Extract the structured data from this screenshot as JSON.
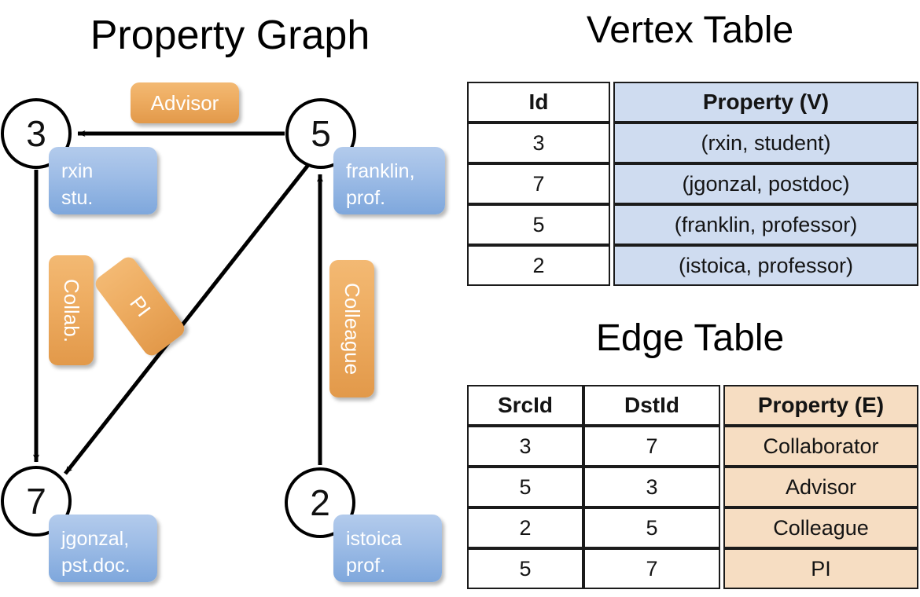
{
  "panels": {
    "graph_title": "Property Graph",
    "vertex_title": "Vertex Table",
    "edge_title": "Edge Table"
  },
  "graph": {
    "nodes": [
      {
        "id": "3",
        "name": "node-3",
        "property_lines": [
          "rxin",
          "stu."
        ]
      },
      {
        "id": "5",
        "name": "node-5",
        "property_lines": [
          "franklin,",
          "prof."
        ]
      },
      {
        "id": "7",
        "name": "node-7",
        "property_lines": [
          "jgonzal,",
          "pst.doc."
        ]
      },
      {
        "id": "2",
        "name": "node-2",
        "property_lines": [
          "istoica",
          "prof."
        ]
      }
    ],
    "node_properties": {
      "rxin_line1": "rxin",
      "rxin_line2": "stu.",
      "franklin_line1": "franklin,",
      "franklin_line2": "prof.",
      "jgonzal_line1": "jgonzal,",
      "jgonzal_line2": "pst.doc.",
      "istoica_line1": "istoica",
      "istoica_line2": "prof."
    },
    "edge_labels": {
      "advisor": "Advisor",
      "collab": "Collab.",
      "pi": "PI",
      "colleague": "Colleague"
    },
    "edges": [
      {
        "from": "5",
        "to": "3",
        "label": "Advisor"
      },
      {
        "from": "3",
        "to": "7",
        "label": "Collab."
      },
      {
        "from": "5",
        "to": "7",
        "label": "PI"
      },
      {
        "from": "2",
        "to": "5",
        "label": "Colleague"
      }
    ]
  },
  "vertex_table": {
    "headers": [
      "Id",
      "Property (V)"
    ],
    "rows": [
      {
        "id": "3",
        "property": "(rxin, student)"
      },
      {
        "id": "7",
        "property": "(jgonzal, postdoc)"
      },
      {
        "id": "5",
        "property": "(franklin, professor)"
      },
      {
        "id": "2",
        "property": "(istoica, professor)"
      }
    ]
  },
  "edge_table": {
    "headers": [
      "SrcId",
      "DstId",
      "Property (E)"
    ],
    "rows": [
      {
        "src": "3",
        "dst": "7",
        "property": "Collaborator"
      },
      {
        "src": "5",
        "dst": "3",
        "property": "Advisor"
      },
      {
        "src": "2",
        "dst": "5",
        "property": "Colleague"
      },
      {
        "src": "5",
        "dst": "7",
        "property": "PI"
      }
    ]
  },
  "colors": {
    "vertex_property_fill": "#cfdcf0",
    "edge_property_fill": "#f6ddc2",
    "node_property_box": "#9dbce6",
    "edge_label_box": "#eead62",
    "stroke": "#000000",
    "background": "#ffffff"
  }
}
